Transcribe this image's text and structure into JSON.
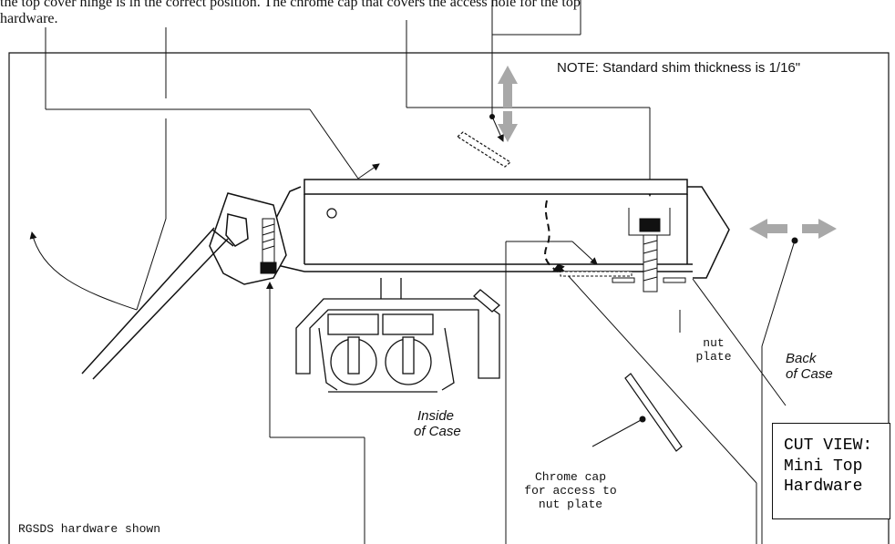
{
  "header": {
    "line1": "the top cover hinge is in the correct position. The chrome cap that covers the access hole for the top",
    "line2": "hardware."
  },
  "labels": {
    "note": "NOTE: Standard shim thickness is 1/16\"",
    "nut_plate": [
      "nut",
      "plate"
    ],
    "back_of_case": [
      "Back",
      "of Case"
    ],
    "inside_of_case": [
      "Inside",
      "of Case"
    ],
    "chrome_cap": [
      "Chrome cap",
      "for access to",
      "nut plate"
    ],
    "hardware_shown": "RGSDS hardware shown"
  },
  "cut_view": {
    "title": "CUT VIEW:",
    "line2": "Mini Top",
    "line3": "Hardware"
  },
  "colors": {
    "line": "#111111",
    "arrow_gray": "#a8a8a8",
    "background": "#ffffff"
  }
}
